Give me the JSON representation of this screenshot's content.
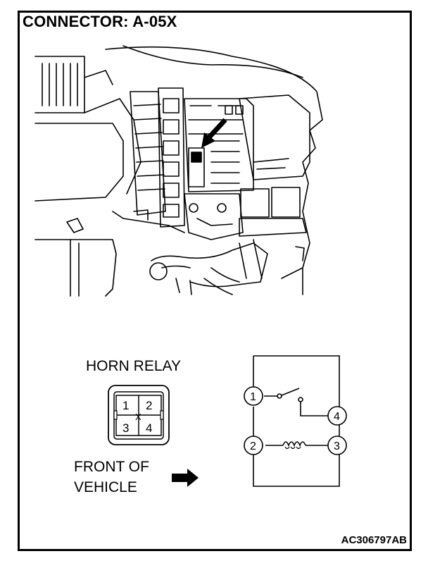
{
  "title": "CONNECTOR: A-05X",
  "reference_code": "AC306797AB",
  "relay_label": "HORN RELAY",
  "front_label_line1": "FRONT OF",
  "front_label_line2": "VEHICLE",
  "connector_pins": [
    "1",
    "2",
    "3",
    "4"
  ],
  "connector_center_mark": "X",
  "schematic_pins": [
    "1",
    "2",
    "3",
    "4"
  ]
}
